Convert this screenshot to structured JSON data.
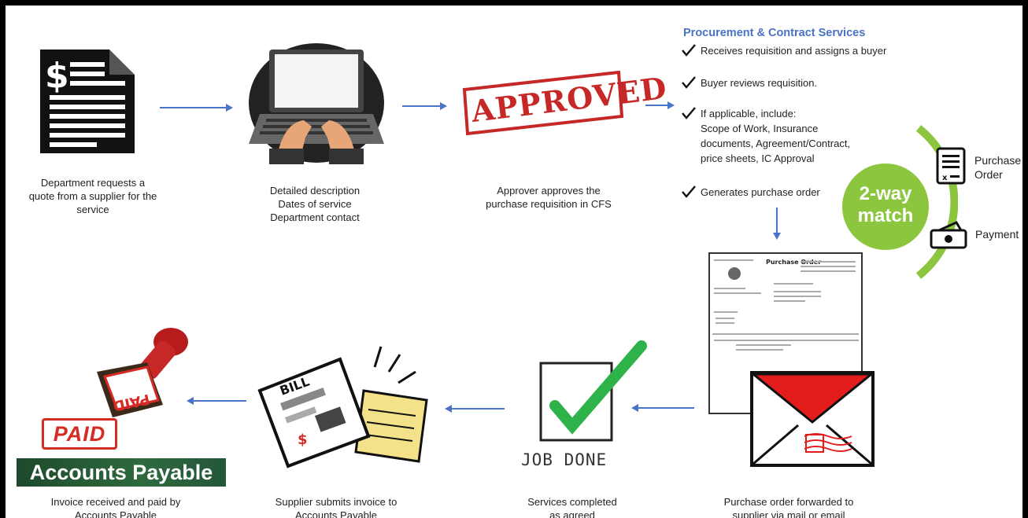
{
  "captions": {
    "request": [
      "Department requests a",
      "quote from a supplier for the",
      "service"
    ],
    "requisition": [
      "Detailed description",
      "Dates of service",
      "Department contact"
    ],
    "approve": [
      "Approver approves the",
      "purchase requisition in CFS"
    ],
    "paid": [
      "Invoice received and paid by",
      "Accounts Payable"
    ],
    "invoice": [
      "Supplier submits invoice to",
      "Accounts Payable"
    ],
    "completed": [
      "Services completed",
      "as agreed"
    ],
    "forwarded": [
      "Purchase order forwarded to",
      "supplier via mail or email"
    ]
  },
  "procurement": {
    "title": "Procurement & Contract Services",
    "steps": [
      [
        "Receives requisition and assigns a buyer"
      ],
      [
        "Buyer reviews requisition."
      ],
      [
        "If applicable, include:",
        "Scope of Work, Insurance",
        "documents, Agreement/Contract,",
        "price sheets, IC Approval"
      ],
      [
        "Generates purchase order"
      ]
    ]
  },
  "match": {
    "label": [
      "2-way",
      "match"
    ],
    "purchase_order": [
      "Purchase",
      "Order"
    ],
    "payment": "Payment"
  },
  "images": {
    "approved_stamp": "APPROVED",
    "paid_stamp": "PAID",
    "stamp_handle_text": "PAID",
    "accounts_payable": "Accounts Payable",
    "job_done": "JOB DONE",
    "bill_text": "BILL",
    "po_doc_title": "Purchase Order"
  },
  "colors": {
    "arrow": "#4a74c8",
    "match_green": "#8cc63f",
    "stamp_red": "#c62828",
    "ap_green": "#2e6a3e"
  }
}
